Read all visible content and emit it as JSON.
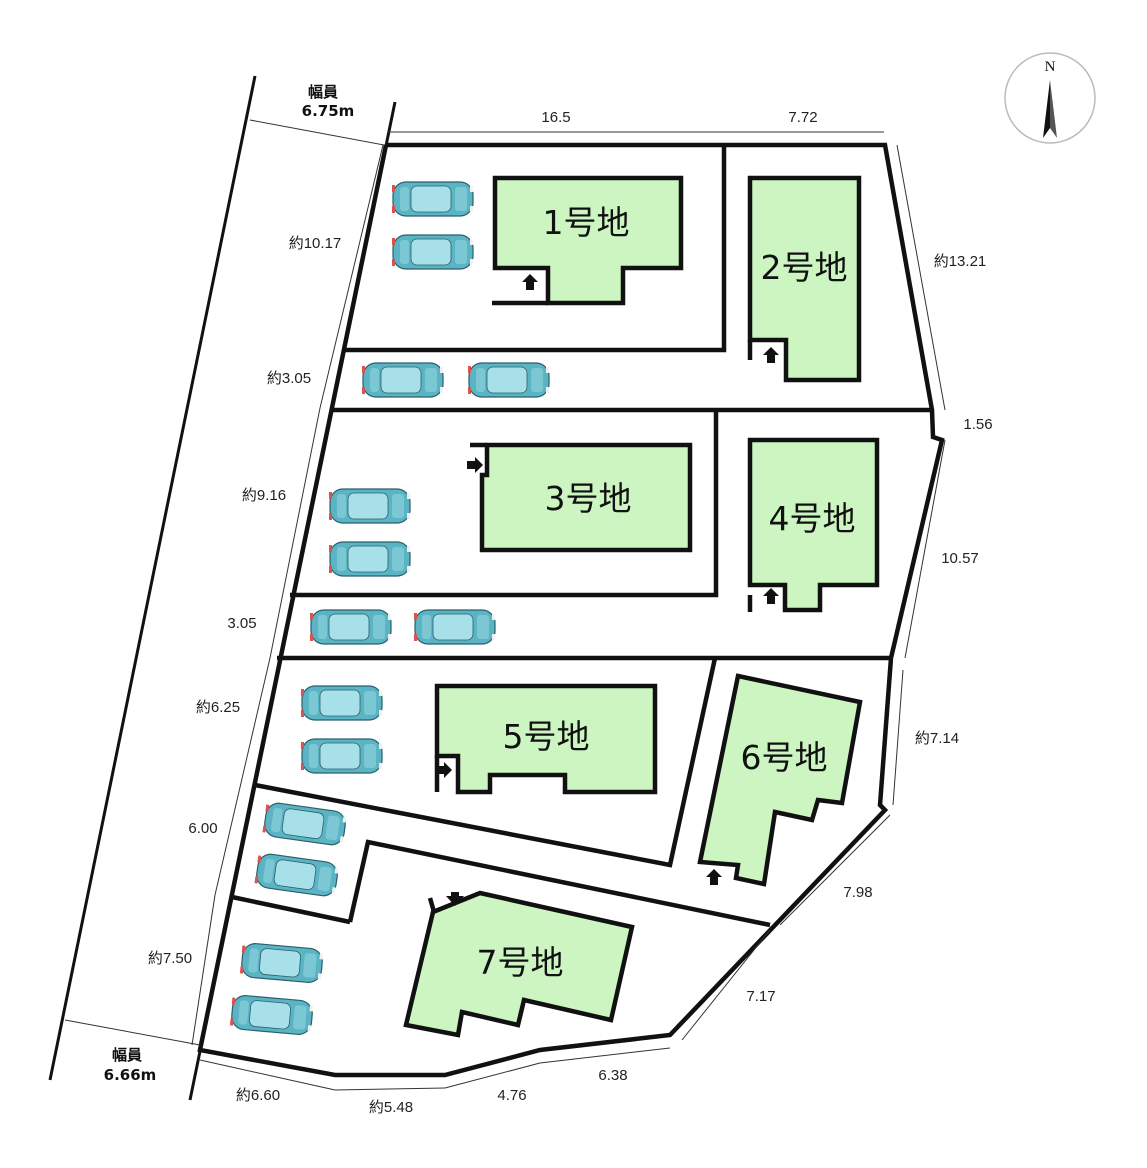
{
  "roads": [
    {
      "label": "幅員",
      "width": "6.75m"
    },
    {
      "label": "幅員",
      "width": "6.66m"
    }
  ],
  "compass": {
    "label": "N"
  },
  "lots": [
    {
      "id": 1,
      "label": "1号地"
    },
    {
      "id": 2,
      "label": "2号地"
    },
    {
      "id": 3,
      "label": "3号地"
    },
    {
      "id": 4,
      "label": "4号地"
    },
    {
      "id": 5,
      "label": "5号地"
    },
    {
      "id": 6,
      "label": "6号地"
    },
    {
      "id": 7,
      "label": "7号地"
    }
  ],
  "dimensions": {
    "top_left": "16.5",
    "top_right": "7.72",
    "left": [
      "約10.17",
      "約3.05",
      "約9.16",
      "3.05",
      "約6.25",
      "6.00",
      "約7.50"
    ],
    "right": [
      "約13.21",
      "1.56",
      "10.57",
      "約7.14",
      "7.98",
      "7.17"
    ],
    "bottom": [
      "約6.60",
      "約5.48",
      "4.76",
      "6.38"
    ]
  },
  "colors": {
    "lot_fill": "#ccf5c2",
    "car_body": "#5ab4c4",
    "line": "#111111"
  }
}
